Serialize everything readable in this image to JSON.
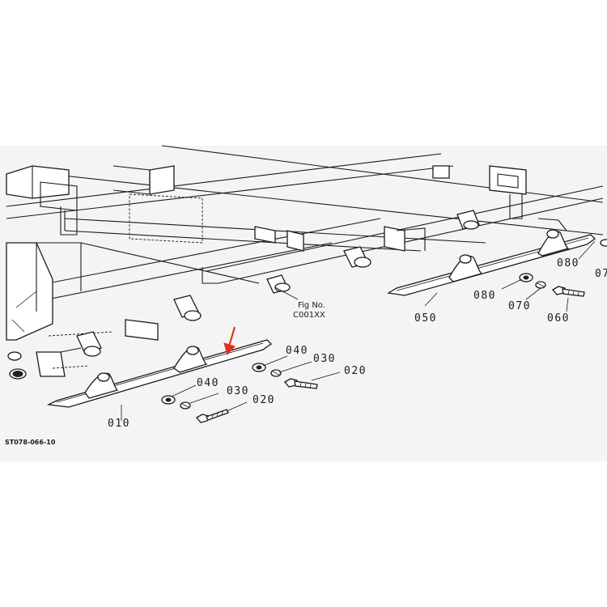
{
  "figure": {
    "fig_ref_label": "Fig No.",
    "fig_ref_code": "C001XX",
    "drawing_code": "ST078-066-10"
  },
  "callouts": {
    "c010": "010",
    "c020_front": "020",
    "c030_front": "030",
    "c040_front": "040",
    "c020_mid": "020",
    "c030_mid": "030",
    "c040_mid": "040",
    "c050": "050",
    "c060": "060",
    "c070": "070",
    "c080_low": "080",
    "c080_high": "080",
    "c07_cut": "07"
  },
  "colors": {
    "arrow": "#e0301e",
    "ink": "#1a1a1a",
    "paper": "#f4f4f4"
  }
}
